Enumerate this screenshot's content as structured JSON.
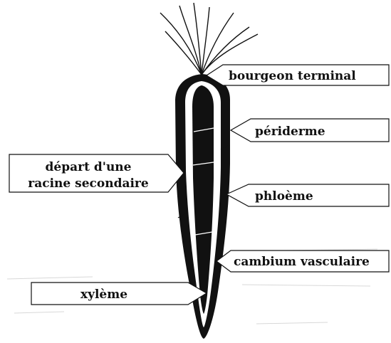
{
  "diagram": {
    "labels": {
      "bourgeon_terminal": "bourgeon terminal",
      "periderme": "périderme",
      "depart_line1": "départ d'une",
      "depart_line2": "racine secondaire",
      "phloeme": "phloème",
      "cambium_vasculaire": "cambium vasculaire",
      "xyleme": "xylème"
    }
  }
}
